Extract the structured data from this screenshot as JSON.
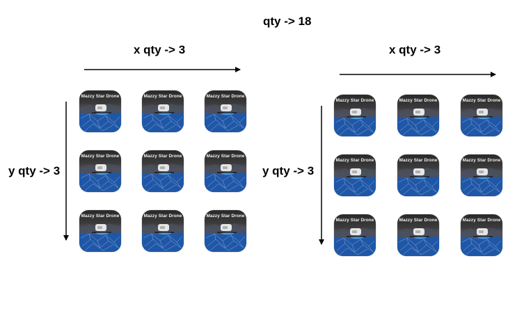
{
  "total_label": "qty -> 18",
  "grids": [
    {
      "x_label": "x qty -> 3",
      "y_label": "y qty -> 3"
    },
    {
      "x_label": "x qty -> 3",
      "y_label": "y qty -> 3"
    }
  ],
  "app_icon": {
    "title": "Mazzy Star Drone"
  },
  "colors": {
    "icon_blue": "#1f57a8",
    "icon_dark": "#2a2a2a",
    "arrow": "#000000"
  }
}
